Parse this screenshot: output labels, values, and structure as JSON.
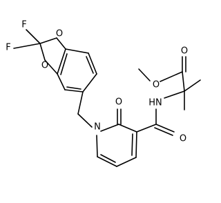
{
  "molecule": {
    "atom_labels": {
      "f_upper": "F",
      "f_lower": "F",
      "o_dioxole_top": "O",
      "o_dioxole_bottom": "O",
      "n_ring": "N",
      "o_ring_carbonyl": "O",
      "o_amide": "O",
      "nh_amide": "HN",
      "o_ester_carbonyl": "O",
      "o_ester_methoxy": "O"
    },
    "colors": {
      "bond": "#000000",
      "label": "#000000",
      "background": "#ffffff"
    }
  }
}
